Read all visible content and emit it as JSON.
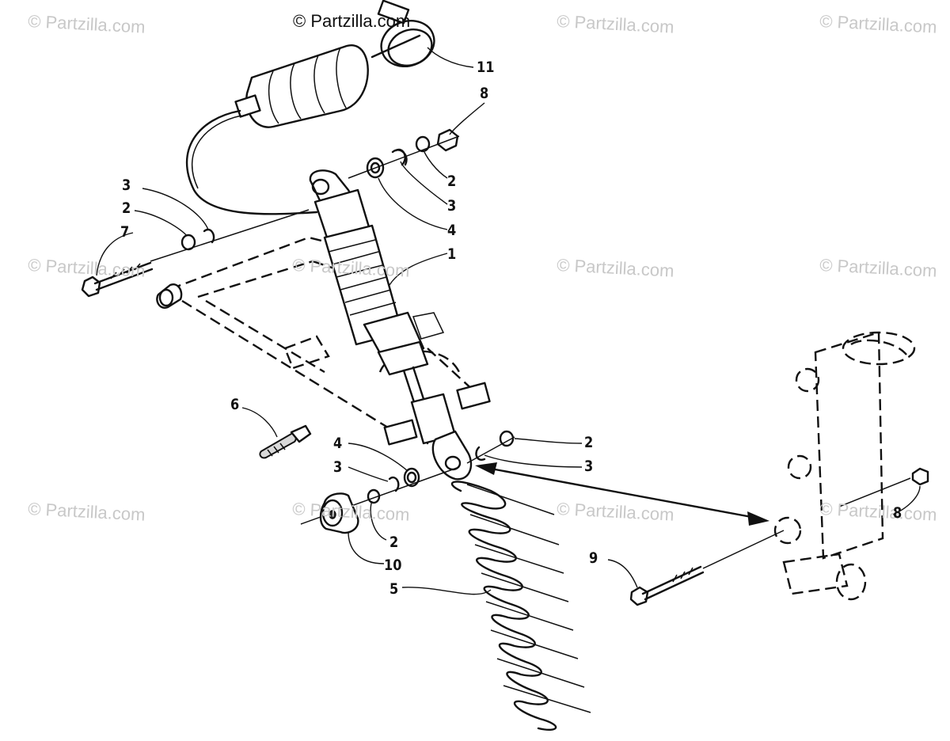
{
  "watermark": {
    "main": "© Partzilla.com",
    "repeat": "© Partzilla.com"
  },
  "callouts": {
    "c1": "1",
    "c2a": "2",
    "c2b": "2",
    "c2c": "2",
    "c2d": "2",
    "c3a": "3",
    "c3b": "3",
    "c3c": "3",
    "c3d": "3",
    "c4a": "4",
    "c4b": "4",
    "c5": "5",
    "c6": "6",
    "c7": "7",
    "c8a": "8",
    "c8b": "8",
    "c9": "9",
    "c10": "10",
    "c11": "11"
  }
}
